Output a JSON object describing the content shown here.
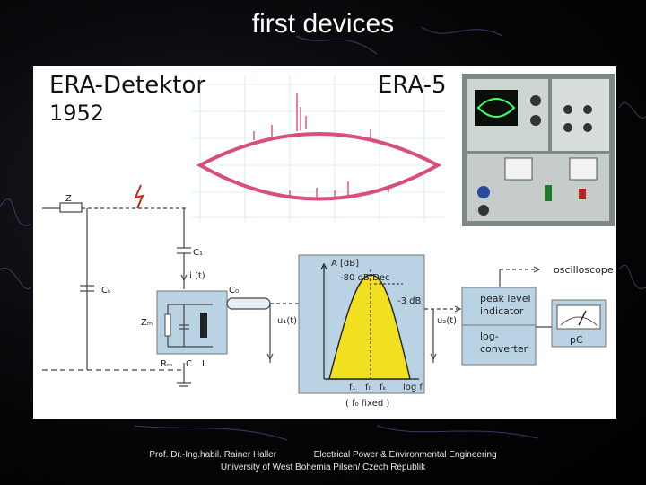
{
  "slide": {
    "title": "first devices"
  },
  "figure": {
    "era_label": "ERA-Detektor",
    "year_label": "1952",
    "era5_label": "ERA-5"
  },
  "diagram": {
    "z": "Z",
    "c1": "C₁",
    "ck": "Cₖ",
    "i_t": "i (t)",
    "zm": "Zₘ",
    "rm": "Rₘ",
    "c": "C",
    "l": "L",
    "c0": "C₀",
    "u1": "u₁(t)",
    "u2": "u₂(t)",
    "a_db": "A  [dB]",
    "slope": "-80 dB/Dec",
    "minus3db": "-3 dB",
    "f1": "f₁",
    "f0": "f₀",
    "fk": "fₖ",
    "logf": "log f",
    "f0_fixed": "( f₀ fixed )",
    "oscilloscope": "oscilloscope",
    "peak_level": "peak level",
    "indicator": "indicator",
    "log": "log-",
    "converter": "converter",
    "pc": "pC"
  },
  "footer": {
    "author": "Prof. Dr.-Ing.habil. Rainer Haller",
    "department": "Electrical Power & Environmental Engineering",
    "university": "University of West Bohemia Pilsen/ Czech Republik"
  },
  "colors": {
    "trace": "#d8507a",
    "filter_fill": "#f0e020",
    "block_fill": "#b9d2e4",
    "panel_bg": "#ffffff"
  }
}
